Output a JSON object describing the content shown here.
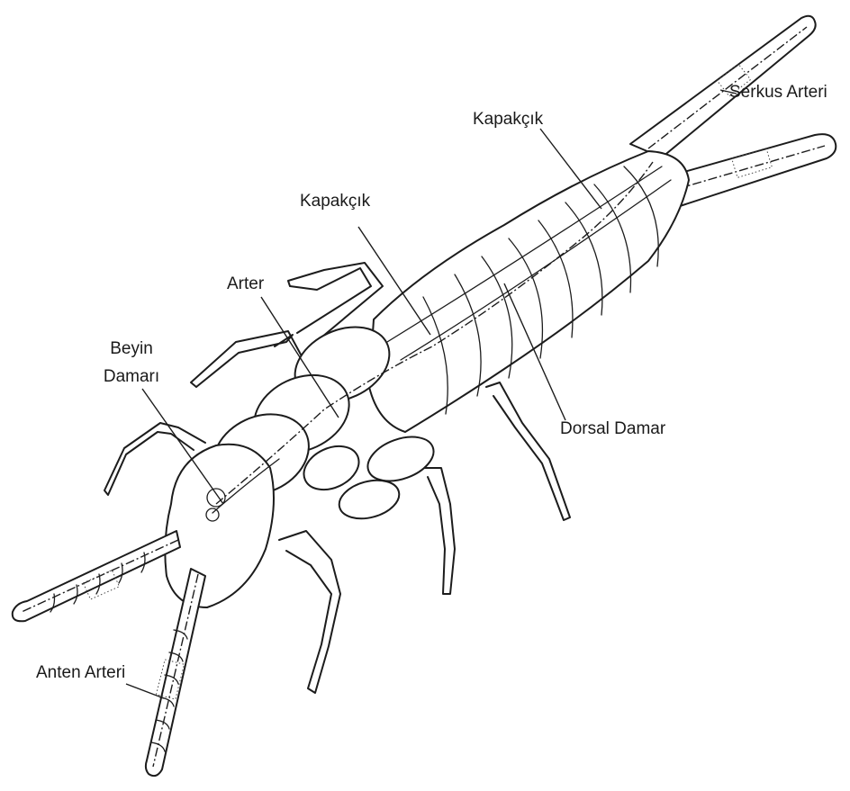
{
  "labels": {
    "serkus_arteri": "Serkus Arteri",
    "kapakcik_top": "Kapakçık",
    "kapakcik_mid": "Kapakçık",
    "arter": "Arter",
    "beyin_line1": "Beyin",
    "beyin_line2": "Damarı",
    "dorsal_damar": "Dorsal Damar",
    "anten_arteri": "Anten Arteri"
  }
}
